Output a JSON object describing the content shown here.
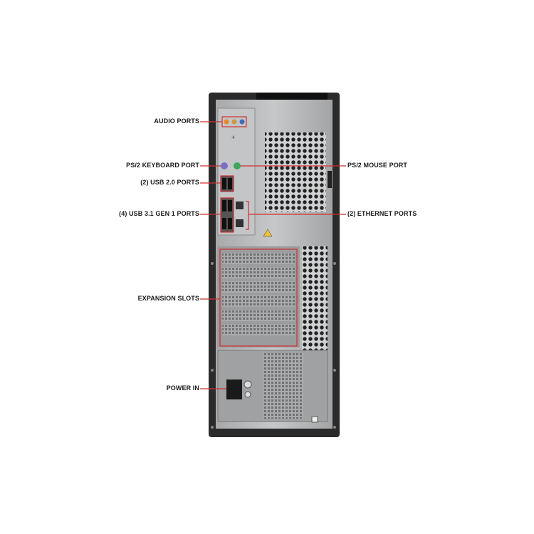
{
  "labels": {
    "audio_ports": "AUDIO PORTS",
    "ps2_keyboard": "PS/2 KEYBOARD PORT",
    "ps2_mouse": "PS/2 MOUSE PORT",
    "usb20": "(2) USB 2.0 PORTS",
    "usb31": "(4) USB 3.1 GEN 1 PORTS",
    "ethernet": "(2) ETHERNET PORTS",
    "expansion": "EXPANSION SLOTS",
    "power": "POWER IN"
  },
  "colors": {
    "callout": "#d0302f",
    "chassis": "#2b2b2b",
    "panel": "#b9bbbc"
  }
}
